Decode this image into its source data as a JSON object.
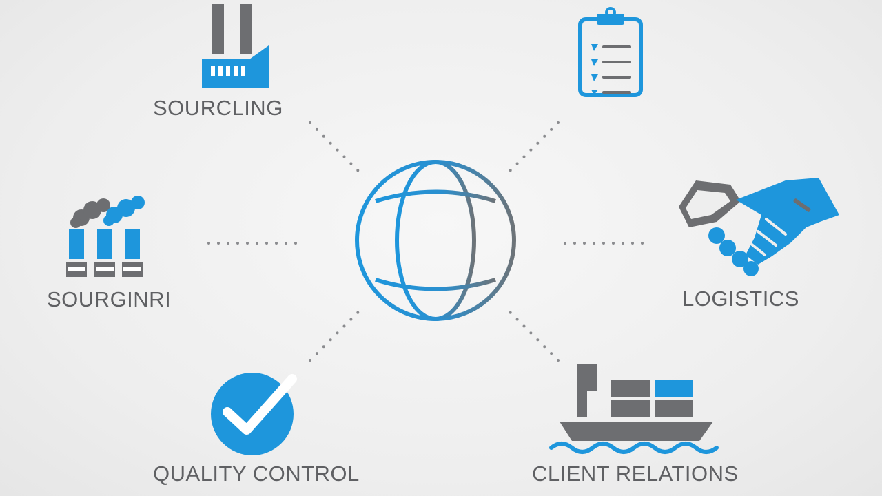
{
  "labels": {
    "sourcing": "SOURCLING",
    "sourcing_alt": "SOURGINRI",
    "logistics": "LOGISTICS",
    "quality_control": "QUALITY CONTROL",
    "client_relations": "CLIENT RELATIONS"
  },
  "icons": {
    "center": "globe-icon",
    "top_left": "factory-icon",
    "top_right": "clipboard-checklist-icon",
    "mid_left": "smokestack-factory-icon",
    "mid_right": "handshake-icon",
    "bottom_left": "checkmark-icon",
    "bottom_right": "cargo-ship-icon"
  },
  "colors": {
    "accent_blue": "#1e96dc",
    "gray": "#6d6e71",
    "text": "#5f6063",
    "background": "#eeeeee"
  }
}
